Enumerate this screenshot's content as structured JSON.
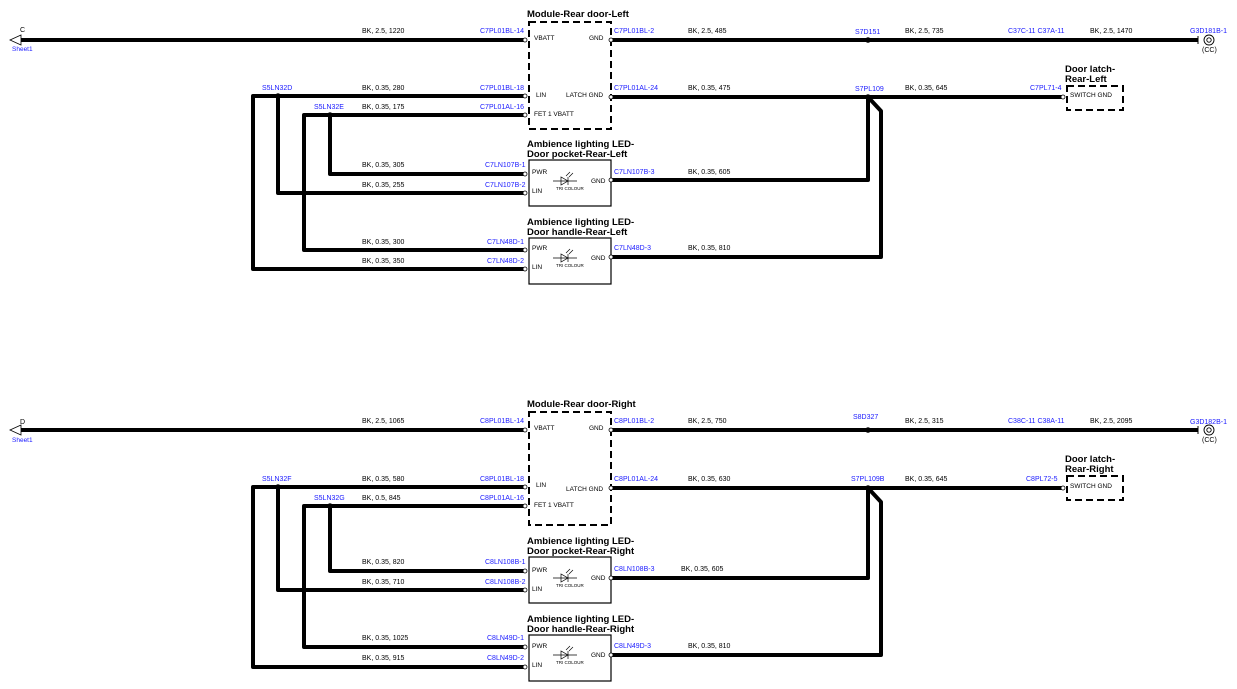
{
  "diagram": {
    "sheet_link": "Sheet1",
    "ground_note": "(CC)",
    "icon_label": "TRI COLOUR",
    "sections": [
      {
        "off_sheet_letter": "C",
        "module": {
          "title": "Module-Rear door-Left",
          "pins": {
            "vbatt": "VBATT",
            "lin": "LIN",
            "fet": "FET 1 VBATT",
            "gnd": "GND",
            "latch_gnd": "LATCH GND"
          }
        },
        "latch": {
          "title_line1": "Door latch-",
          "title_line2": "Rear-Left",
          "pin": "SWITCH GND"
        },
        "led_pocket": {
          "title_line1": "Ambience lighting LED-",
          "title_line2": "Door pocket-Rear-Left",
          "pwr": "PWR",
          "lin": "LIN",
          "gnd": "GND"
        },
        "led_handle": {
          "title_line1": "Ambience lighting LED-",
          "title_line2": "Door handle-Rear-Left",
          "pwr": "PWR",
          "lin": "LIN",
          "gnd": "GND"
        },
        "splices": {
          "lin": "S5LN32D",
          "fet": "S5LN32E",
          "latch": "S7PL109",
          "ground": "S7D151"
        },
        "connectors": {
          "vbatt": "C7PL01BL-14",
          "gnd": "C7PL01BL-2",
          "lin": "C7PL01BL-18",
          "fet": "C7PL01AL-16",
          "latch_gnd": "C7PL01AL-24",
          "latch_switch": "C7PL71-4",
          "inline": "C37C-11 C37A-11",
          "ground_point": "G3D181B-1",
          "pocket_pwr": "C7LN107B-1",
          "pocket_lin": "C7LN107B-2",
          "pocket_gnd": "C7LN107B-3",
          "handle_pwr": "C7LN48D-1",
          "handle_lin": "C7LN48D-2",
          "handle_gnd": "C7LN48D-3"
        },
        "wires": {
          "vbatt": "BK, 2.5, 1220",
          "gnd_a": "BK, 2.5, 485",
          "gnd_b": "BK, 2.5, 735",
          "gnd_c": "BK, 2.5, 1470",
          "lin": "BK, 0.35, 280",
          "fet": "BK, 0.35, 175",
          "latch_a": "BK, 0.35, 475",
          "latch_b": "BK, 0.35, 645",
          "pocket_pwr": "BK, 0.35, 305",
          "pocket_lin": "BK, 0.35, 255",
          "pocket_gnd": "BK, 0.35, 605",
          "handle_pwr": "BK, 0.35, 300",
          "handle_lin": "BK, 0.35, 350",
          "handle_gnd": "BK, 0.35, 810"
        }
      },
      {
        "off_sheet_letter": "D",
        "module": {
          "title": "Module-Rear door-Right",
          "pins": {
            "vbatt": "VBATT",
            "lin": "LIN",
            "fet": "FET 1 VBATT",
            "gnd": "GND",
            "latch_gnd": "LATCH GND"
          }
        },
        "latch": {
          "title_line1": "Door latch-",
          "title_line2": "Rear-Right",
          "pin": "SWITCH GND"
        },
        "led_pocket": {
          "title_line1": "Ambience lighting LED-",
          "title_line2": "Door pocket-Rear-Right",
          "pwr": "PWR",
          "lin": "LIN",
          "gnd": "GND"
        },
        "led_handle": {
          "title_line1": "Ambience lighting LED-",
          "title_line2": "Door handle-Rear-Right",
          "pwr": "PWR",
          "lin": "LIN",
          "gnd": "GND"
        },
        "splices": {
          "lin": "S5LN32F",
          "fet": "S5LN32G",
          "latch": "S7PL109B",
          "ground": "S8D327"
        },
        "connectors": {
          "vbatt": "C8PL01BL-14",
          "gnd": "C8PL01BL-2",
          "lin": "C8PL01BL-18",
          "fet": "C8PL01AL-16",
          "latch_gnd": "C8PL01AL-24",
          "latch_switch": "C8PL72-5",
          "inline": "C38C-11 C38A-11",
          "ground_point": "G3D182B-1",
          "pocket_pwr": "C8LN108B-1",
          "pocket_lin": "C8LN108B-2",
          "pocket_gnd": "C8LN108B-3",
          "handle_pwr": "C8LN49D-1",
          "handle_lin": "C8LN49D-2",
          "handle_gnd": "C8LN49D-3"
        },
        "wires": {
          "vbatt": "BK, 2.5, 1065",
          "gnd_a": "BK, 2.5, 750",
          "gnd_b": "BK, 2.5, 315",
          "gnd_c": "BK, 2.5, 2095",
          "lin": "BK, 0.35, 580",
          "fet": "BK, 0.5, 845",
          "latch_a": "BK, 0.35, 630",
          "latch_b": "BK, 0.35, 645",
          "pocket_pwr": "BK, 0.35, 820",
          "pocket_lin": "BK, 0.35, 710",
          "pocket_gnd": "BK, 0.35, 605",
          "handle_pwr": "BK, 0.35, 1025",
          "handle_lin": "BK, 0.35, 915",
          "handle_gnd": "BK, 0.35, 810"
        }
      }
    ]
  }
}
